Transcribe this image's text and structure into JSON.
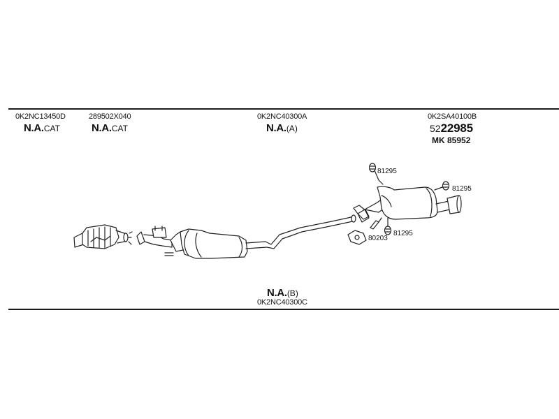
{
  "labels": {
    "cat1_part": "0K2NC13450D",
    "cat1_na": "N.A.",
    "cat1_suffix": "CAT",
    "cat2_part": "289502X040",
    "cat2_na": "N.A.",
    "cat2_suffix": "CAT",
    "center_part": "0K2NC40300A",
    "center_na": "N.A.",
    "center_suffix": "(A)",
    "rear_part": "0K2SA40100B",
    "rear_num_prefix": "52",
    "rear_num_main": "22985",
    "rear_mk": "MK 85952",
    "bottom_na": "N.A.",
    "bottom_suffix": "(B)",
    "bottom_part": "0K2NC40300C"
  },
  "callouts": {
    "hanger_top": "81295",
    "hanger_right": "81295",
    "hanger_low": "81295",
    "gasket": "80203"
  }
}
